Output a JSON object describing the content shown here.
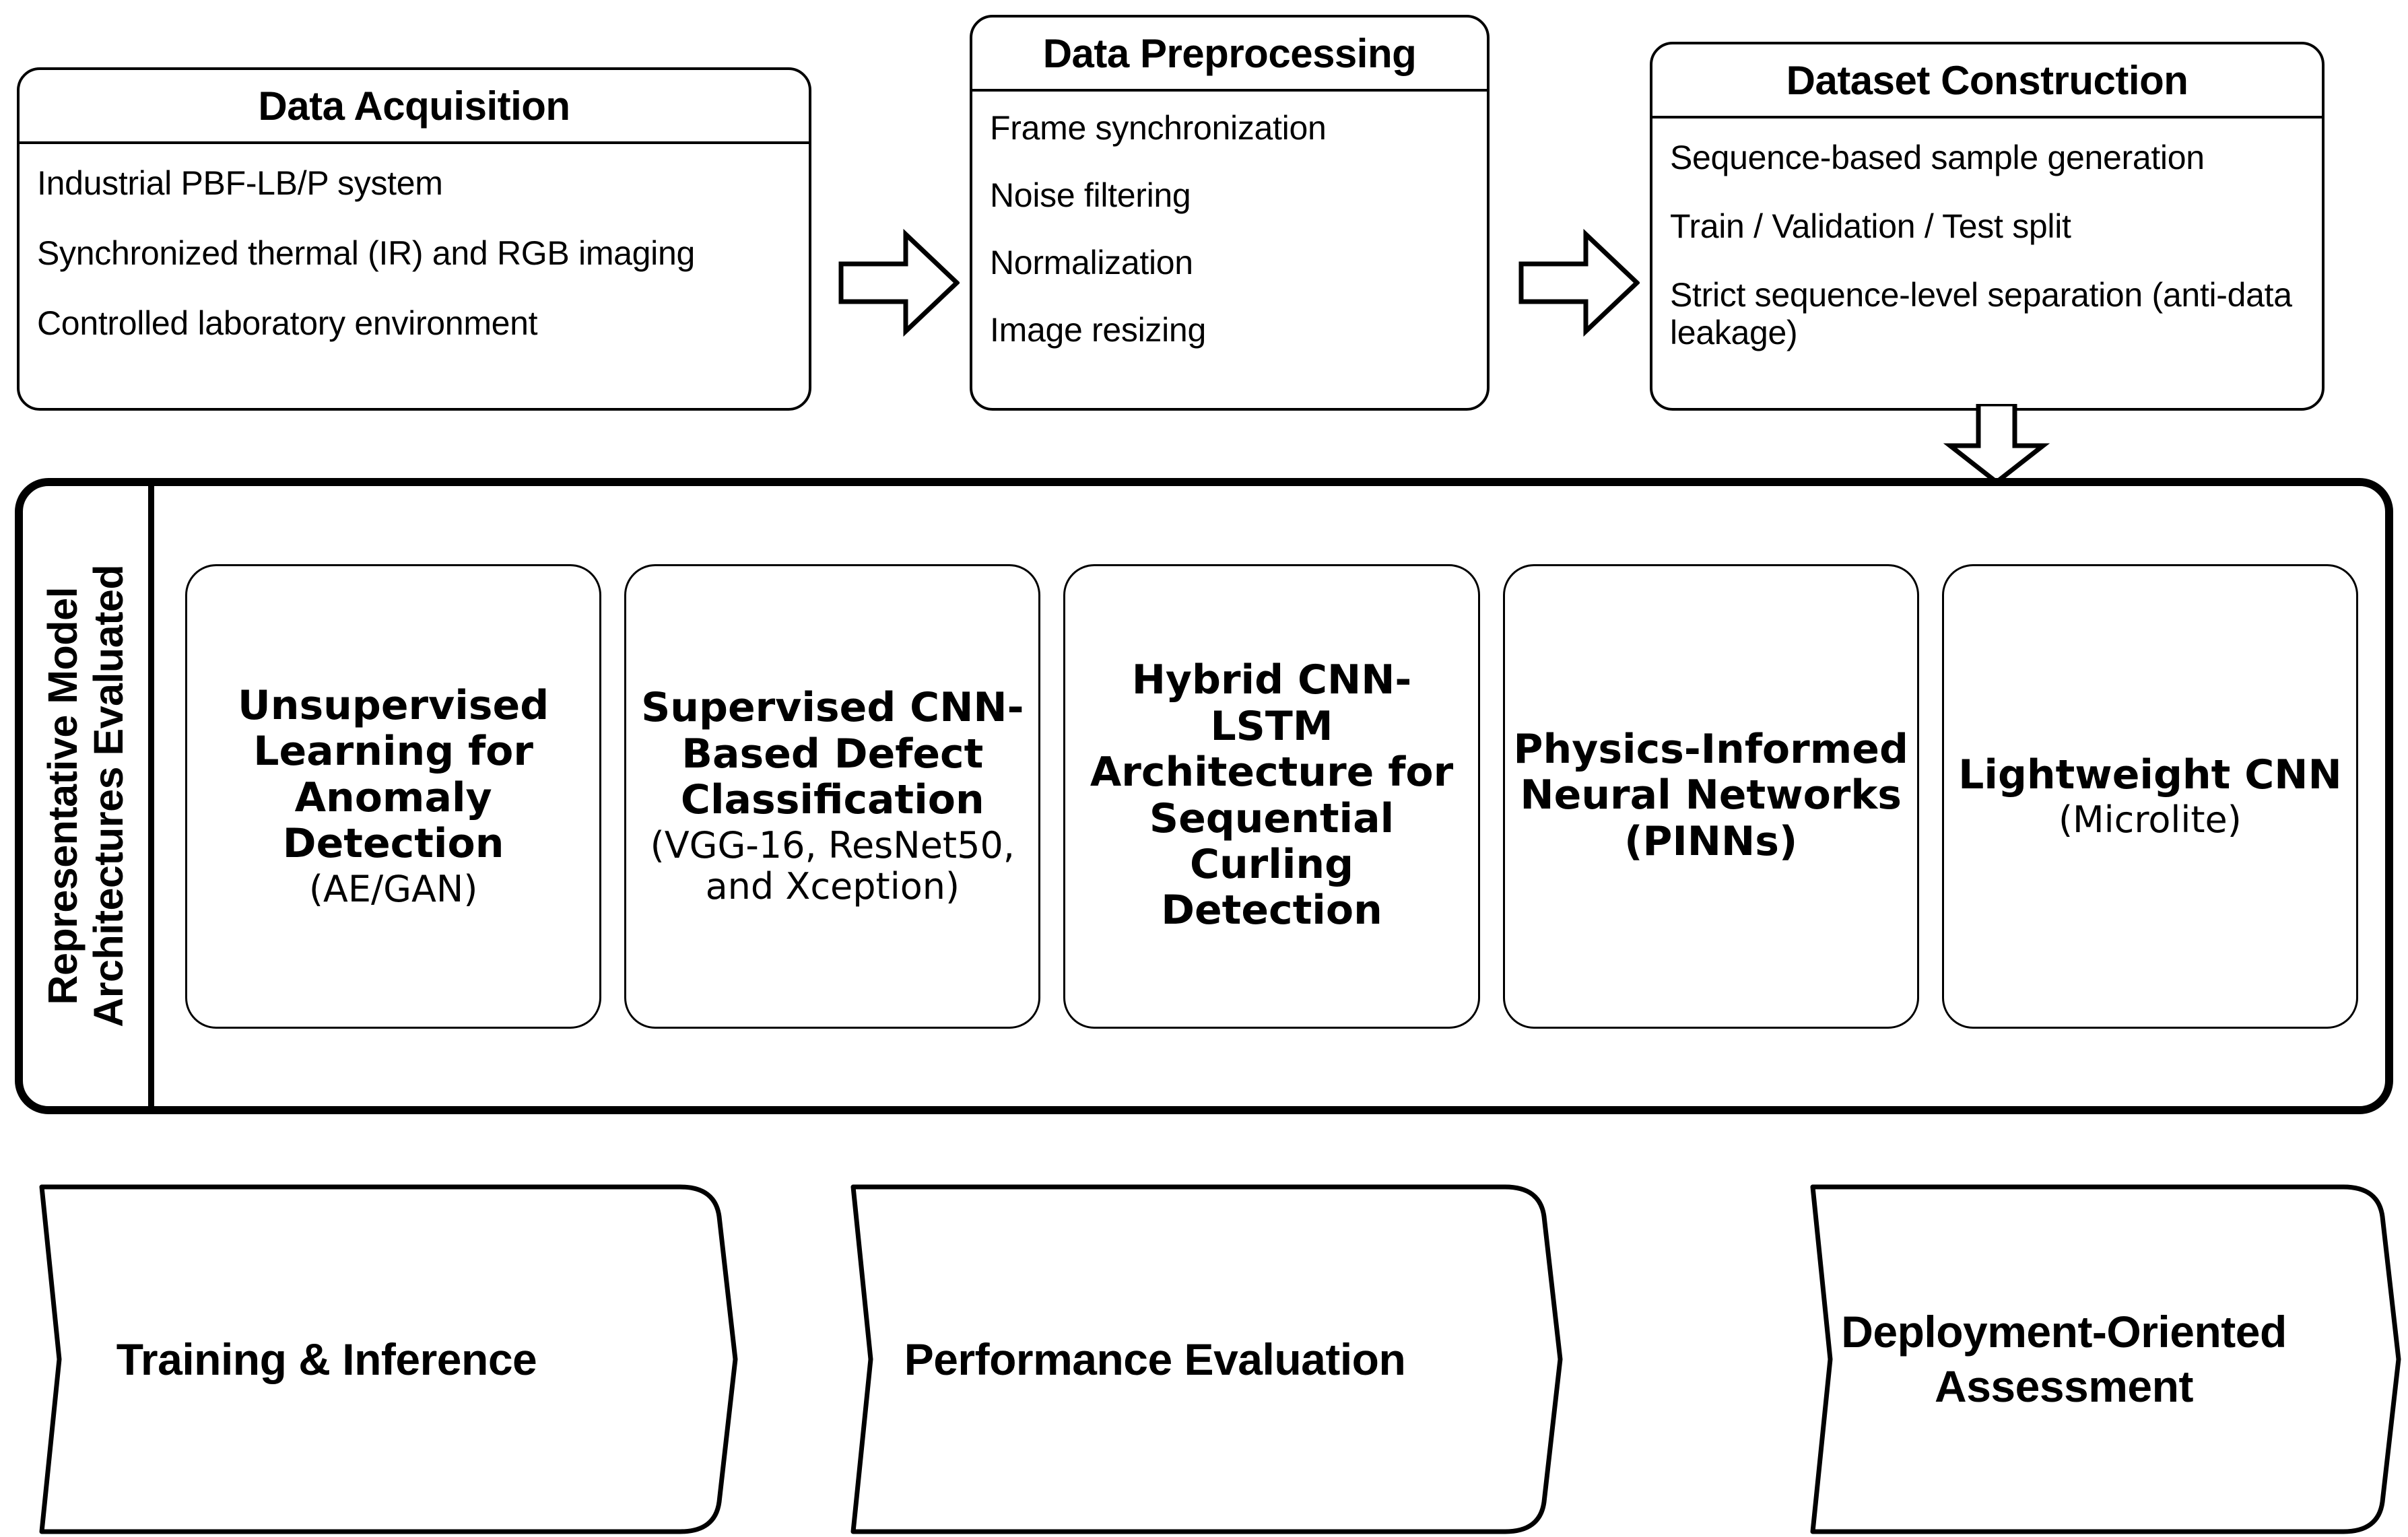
{
  "top_stages": [
    {
      "id": "data-acquisition",
      "title": "Data Acquisition",
      "items": [
        "Industrial PBF-LB/P system",
        "Synchronized thermal (IR) and RGB imaging",
        "Controlled laboratory environment"
      ]
    },
    {
      "id": "data-preprocessing",
      "title": "Data Preprocessing",
      "items": [
        "Frame synchronization",
        "Noise filtering",
        "Normalization",
        "Image resizing"
      ]
    },
    {
      "id": "dataset-construction",
      "title": "Dataset Construction",
      "items": [
        "Sequence-based sample generation",
        "Train / Validation / Test split",
        "Strict sequence-level separation (anti-data leakage)"
      ]
    }
  ],
  "arrows": [
    {
      "name": "arrow-acquisition-to-preprocessing",
      "direction": "right"
    },
    {
      "name": "arrow-preprocessing-to-dataset",
      "direction": "right"
    },
    {
      "name": "arrow-dataset-to-models",
      "direction": "down"
    }
  ],
  "models_section": {
    "label": "Representative Model Architectures Evaluated",
    "label_line_1": "Representative Model",
    "label_line_2": "Architectures Evaluated",
    "cards": [
      {
        "title": "Unsupervised Learning for Anomaly Detection",
        "sub": "(AE/GAN)"
      },
      {
        "title": "Supervised CNN-Based Defect Classification",
        "sub": "(VGG-16, ResNet50, and Xception)"
      },
      {
        "title": "Hybrid CNN-LSTM Architecture for Sequential Curling Detection",
        "sub": ""
      },
      {
        "title": "Physics-Informed Neural Networks (PINNs)",
        "sub": ""
      },
      {
        "title": "Lightweight CNN",
        "sub": "(Microlite)"
      }
    ]
  },
  "bottom_stages": [
    {
      "id": "training-inference",
      "label": "Training & Inference"
    },
    {
      "id": "performance-evaluation",
      "label": "Performance Evaluation"
    },
    {
      "id": "deployment-oriented-assessment",
      "label": "Deployment-Oriented Assessment"
    }
  ],
  "colors": {
    "stroke": "#000000",
    "fill": "#ffffff"
  }
}
